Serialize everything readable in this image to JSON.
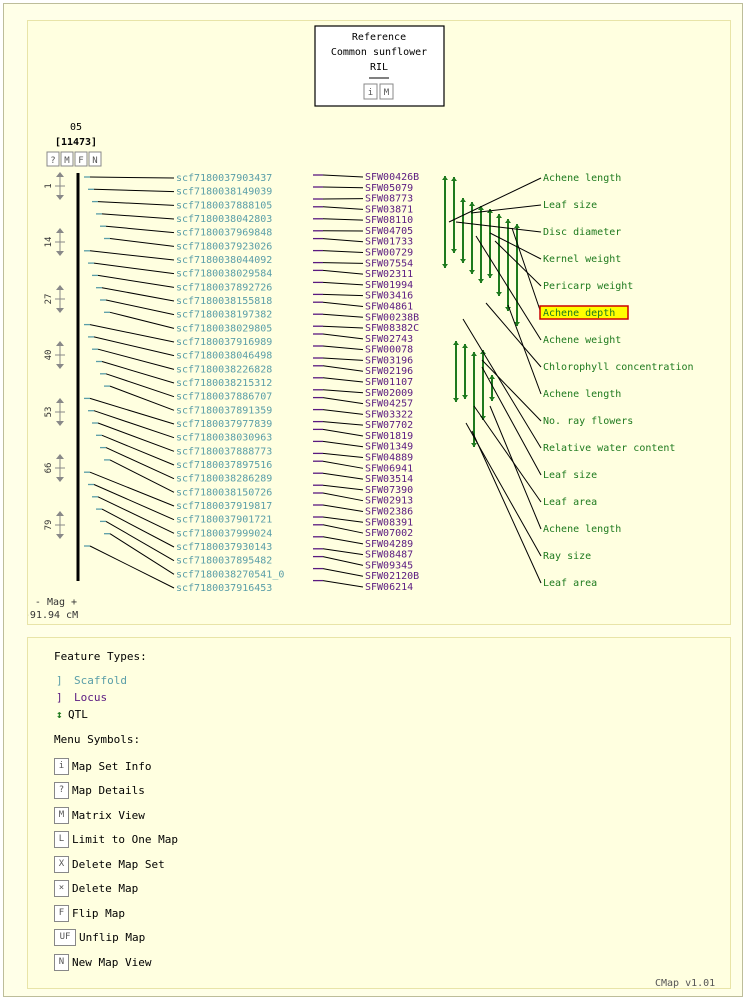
{
  "reference": {
    "title": "Reference",
    "species": "Common sunflower",
    "map_set": "RIL",
    "buttons": [
      "i",
      "M"
    ]
  },
  "map": {
    "name": "05",
    "feature_count": "[11473]",
    "buttons": [
      "?",
      "M",
      "F",
      "N"
    ],
    "ruler_ticks": [
      "1",
      "14",
      "27",
      "40",
      "53",
      "66",
      "79"
    ],
    "mag_label": "- Mag +",
    "range_label": "0-91.94 cM",
    "colors": {
      "scaffold": "#5a9ea8",
      "locus": "#5a1a80",
      "qtl": "#1e7a1e",
      "highlight_fill": "#ffff00",
      "highlight_border": "#cc0000"
    }
  },
  "scaffolds": [
    "scf7180037903437",
    "scf7180038149039",
    "scf7180037888105",
    "scf7180038042803",
    "scf7180037969848",
    "scf7180037923026",
    "scf7180038044092",
    "scf7180038029584",
    "scf7180037892726",
    "scf7180038155818",
    "scf7180038197382",
    "scf7180038029805",
    "scf7180037916989",
    "scf7180038046498",
    "scf7180038226828",
    "scf7180038215312",
    "scf7180037886707",
    "scf7180037891359",
    "scf7180037977839",
    "scf7180038030963",
    "scf7180037888773",
    "scf7180037897516",
    "scf7180038286289",
    "scf7180038150726",
    "scf7180037919817",
    "scf7180037901721",
    "scf7180037999024",
    "scf7180037930143",
    "scf7180037895482",
    "scf7180038270541_0",
    "scf7180037916453"
  ],
  "loci": [
    "SFW00426B",
    "SFW05079",
    "SFW08773",
    "SFW03871",
    "SFW08110",
    "SFW04705",
    "SFW01733",
    "SFW00729",
    "SFW07554",
    "SFW02311",
    "SFW01994",
    "SFW03416",
    "SFW04861",
    "SFW00238B",
    "SFW08382C",
    "SFW02743",
    "SFW00078",
    "SFW03196",
    "SFW02196",
    "SFW01107",
    "SFW02009",
    "SFW04257",
    "SFW03322",
    "SFW07702",
    "SFW01819",
    "SFW01349",
    "SFW04889",
    "SFW06941",
    "SFW03514",
    "SFW07390",
    "SFW02913",
    "SFW02386",
    "SFW08391",
    "SFW07002",
    "SFW04289",
    "SFW08487",
    "SFW09345",
    "SFW02120B",
    "SFW06214"
  ],
  "qtls": [
    "Achene length",
    "Leaf size",
    "Disc diameter",
    "Kernel weight",
    "Pericarp weight",
    "Achene depth",
    "Achene weight",
    "Chlorophyll concentration",
    "Achene length",
    "No. ray flowers",
    "Relative water content",
    "Leaf size",
    "Leaf area",
    "Achene length",
    "Ray size",
    "Leaf area"
  ],
  "highlighted_qtl": "Achene depth",
  "legend": {
    "feature_types_title": "Feature Types:",
    "feature_types": [
      {
        "label": "Scaffold",
        "glyph": "]",
        "color": "#5a9ea8"
      },
      {
        "label": "Locus",
        "glyph": "]",
        "color": "#5a1a80"
      },
      {
        "label": "QTL",
        "glyph": "↕",
        "color": "#1e7a1e"
      }
    ],
    "menu_symbols_title": "Menu Symbols:",
    "menu_symbols": [
      {
        "box": "i",
        "label": "Map Set Info"
      },
      {
        "box": "?",
        "label": "Map Details"
      },
      {
        "box": "M",
        "label": "Matrix View"
      },
      {
        "box": "L",
        "label": "Limit to One Map"
      },
      {
        "box": "X",
        "label": "Delete Map Set"
      },
      {
        "box": "×",
        "label": "Delete Map"
      },
      {
        "box": "F",
        "label": "Flip Map"
      },
      {
        "box": "UF",
        "label": "Unflip Map"
      },
      {
        "box": "N",
        "label": "New Map View"
      }
    ]
  },
  "version": "CMap v1.01"
}
